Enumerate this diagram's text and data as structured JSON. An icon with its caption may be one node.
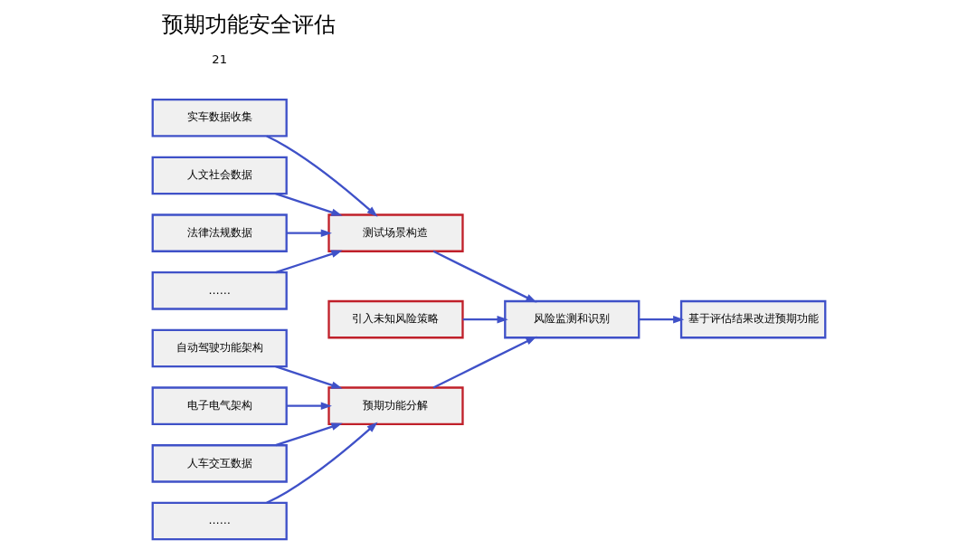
{
  "diagram": {
    "title": "预期功能安全评估",
    "nodes": [
      {
        "text": [
          "实车数据收集"
        ]
      },
      {
        "text": [
          "人文社会数据"
        ]
      },
      {
        "text": [
          "法律法规数据"
        ]
      },
      {
        "text": [
          "……"
        ]
      },
      {
        "text": [
          "测试场景构造"
        ]
      },
      {
        "text": [
          "引入未知风险策略"
        ]
      },
      {
        "text": [
          "预期功能分解"
        ]
      },
      {
        "text": [
          "风险监测和识别"
        ]
      },
      {
        "text": [
          "基于评估结果改进预期功能"
        ]
      },
      {
        "text": [
          "自动驾驶功能架构"
        ]
      },
      {
        "text": [
          "电子电气架构"
        ]
      },
      {
        "text": [
          "人车交互数据"
        ]
      },
      {
        "text": [
          "……"
        ]
      }
    ],
    "edges": [
      {
        "from": 0,
        "to": 4,
        "arrow": "to"
      },
      {
        "from": 1,
        "to": 4,
        "arrow": "to"
      },
      {
        "from": 2,
        "to": 4,
        "arrow": "to"
      },
      {
        "from": 3,
        "to": 4,
        "arrow": "to"
      },
      {
        "from": 9,
        "to": 6,
        "arrow": "to"
      },
      {
        "from": 10,
        "to": 6,
        "arrow": "to"
      },
      {
        "from": 11,
        "to": 6,
        "arrow": "to"
      },
      {
        "from": 12,
        "to": 6,
        "arrow": "to"
      },
      {
        "from": 4,
        "to": 7,
        "arrow": "to"
      },
      {
        "from": 6,
        "to": 7,
        "arrow": "to"
      },
      {
        "from": 5,
        "to": 7,
        "arrow": "to"
      },
      {
        "from": 7,
        "to": 8,
        "arrow": "to"
      }
    ],
    "labels": [
      "21"
    ]
  }
}
